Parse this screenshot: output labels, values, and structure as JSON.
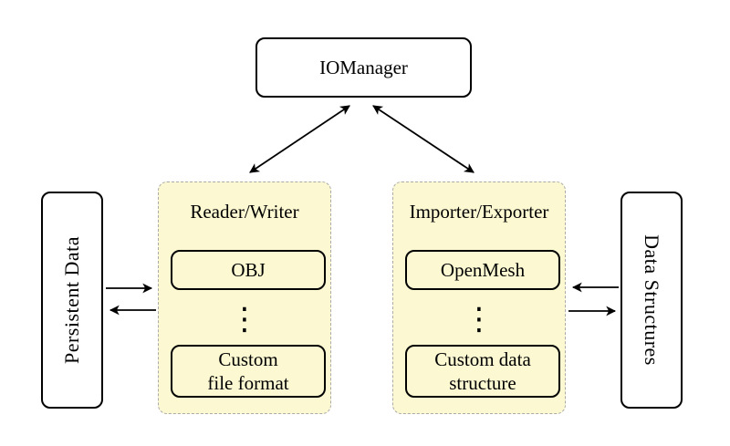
{
  "io_manager": {
    "label": "IOManager"
  },
  "reader_writer_group": {
    "title": "Reader/Writer",
    "top_item": {
      "label": "OBJ"
    },
    "ellipsis": "⋮",
    "bottom_item": {
      "line1": "Custom",
      "line2": "file format"
    }
  },
  "importer_exporter_group": {
    "title": "Importer/Exporter",
    "top_item": {
      "label": "OpenMesh"
    },
    "ellipsis": "⋮",
    "bottom_item": {
      "line1": "Custom data",
      "line2": "structure"
    }
  },
  "persistent_data": {
    "label": "Persistent Data"
  },
  "data_structures": {
    "label": "Data Structures"
  },
  "colors": {
    "group_fill": "#FBF8D2",
    "group_border": "#AAAAAA",
    "node_border": "#000000",
    "node_fill": "#FFFFFF",
    "arrow": "#000000",
    "background": "#FFFFFF"
  }
}
